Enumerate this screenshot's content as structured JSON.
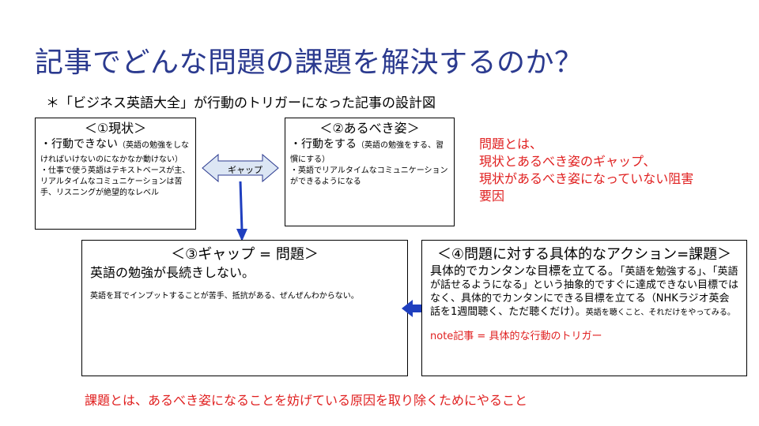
{
  "title": "記事でどんな問題の課題を解決するのか？",
  "subtitle": "＊「ビジネス英語大全」が行動のトリガーになった記事の設計図",
  "box1": {
    "heading": "＜①現状＞",
    "main": "・行動できない",
    "main_note": "（英語の勉強をしなければいけないのになかなか動けない）",
    "detail": "・仕事で使う英語はテキストベースが主、リアルタイムなコミュニケーションは苦手、リスニングが絶望的なレベル"
  },
  "box2": {
    "heading": "＜②あるべき姿＞",
    "main": "・行動をする",
    "main_note": "（英語の勉強をする、習慣にする）",
    "detail": "・英語でリアルタイムなコミュニケーションができるようになる"
  },
  "gap_arrow": {
    "label": "ギャップ",
    "fill": "#dce6f4",
    "stroke": "#2b3a8f"
  },
  "box3": {
    "heading": "＜③ギャップ = 問題＞",
    "main": "英語の勉強が長続きしない。",
    "detail": "英語を耳でインプットすることが苦手、抵抗がある、ぜんぜんわからない。"
  },
  "box4": {
    "heading": "＜④問題に対する具体的なアクション=課題＞",
    "lead": "具体的でカンタンな目標を立てる。",
    "body": "「英語を勉強する」、「英語が話せるようになる」という抽象的ですぐに達成できない目標ではなく、具体的でカンタンにできる目標を立てる（NHKラジオ英会話を1週間聴く、ただ聴くだけ）。",
    "body_small": "英語を聴くこと、それだけをやってみる。",
    "note": "note記事 = 具体的な行動のトリガー"
  },
  "definition": {
    "lines": [
      "問題とは、",
      "現状とあるべき姿のギャップ、",
      "現状があるべき姿になっていない阻害",
      "要因"
    ]
  },
  "bottom_note": "課題とは、あるべき姿になることを妨げている原因を取り除くためにやること",
  "colors": {
    "title": "#2b3a8f",
    "accent_red": "#e02020",
    "arrow_blue": "#1f3fbf"
  }
}
